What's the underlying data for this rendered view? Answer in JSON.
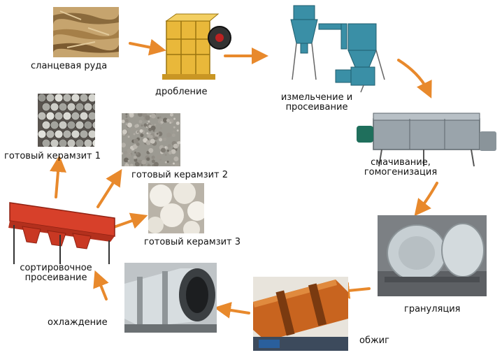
{
  "steps": {
    "shale": "сланцевая руда",
    "crushing": "дробление",
    "grinding_line1": "измельчение и",
    "grinding_line2": "просеивание",
    "wetting_line1": "смачивание,",
    "wetting_line2": "гомогенизация",
    "granulation": "грануляция",
    "firing": "обжиг",
    "cooling": "охлаждение",
    "sorting_line1": "сортировочное",
    "sorting_line2": "просеивание",
    "product1": "готовый керамзит 1",
    "product2": "готовый керамзит 2",
    "product3": "готовый керамзит 3"
  },
  "colors": {
    "arrow": "#e8892c",
    "crusher": "#e9b83a",
    "mill": "#3a8fa6",
    "mixer": "#9aa4ab",
    "granulator": "#c7cfd3",
    "kiln": "#c8641f",
    "cooler": "#d7dde0",
    "sorter": "#d7402a"
  },
  "icons": [
    "shale-ore-image",
    "jaw-crusher-image",
    "grinding-mill-image",
    "mixer-image",
    "granulator-image",
    "rotary-kiln-image",
    "cooler-image",
    "sorting-screen-image",
    "clay-balls-image",
    "gravel-image",
    "white-balls-image"
  ]
}
